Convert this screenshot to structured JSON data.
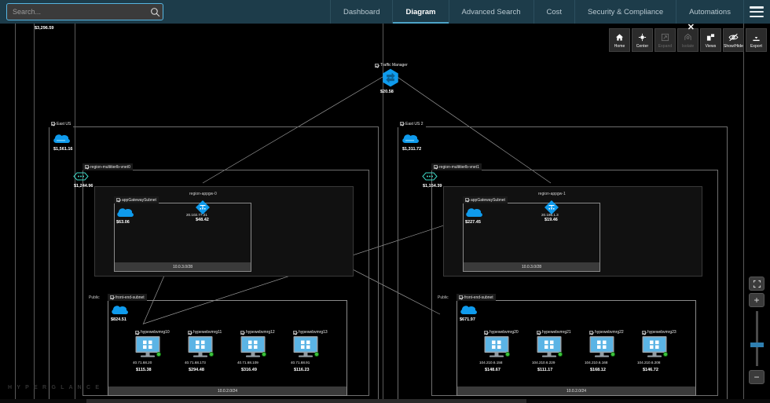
{
  "app": {
    "name": "Hyperglance",
    "watermark": "H Y P E R G L A N C E"
  },
  "search": {
    "placeholder": "Search...",
    "value": "",
    "icon": "search-icon"
  },
  "nav": {
    "tabs": [
      {
        "label": "Dashboard",
        "active": false
      },
      {
        "label": "Diagram",
        "active": true
      },
      {
        "label": "Advanced Search",
        "active": false
      },
      {
        "label": "Cost",
        "active": false
      },
      {
        "label": "Security & Compliance",
        "active": false
      },
      {
        "label": "Automations",
        "active": false
      }
    ],
    "menu_icon": "hamburger-menu-icon"
  },
  "toolbar": {
    "close_label": "✕",
    "buttons": [
      {
        "label": "Home",
        "icon": "home-icon",
        "disabled": false
      },
      {
        "label": "Center",
        "icon": "center-target-icon",
        "disabled": false
      },
      {
        "label": "Expand",
        "icon": "expand-arrows-icon",
        "disabled": true
      },
      {
        "label": "Isolate",
        "icon": "isolate-icon",
        "disabled": true
      },
      {
        "label": "Views",
        "icon": "views-icon",
        "disabled": false
      },
      {
        "label": "Show/Hide",
        "icon": "eye-slash-icon",
        "disabled": false
      },
      {
        "label": "Export",
        "icon": "download-icon",
        "disabled": false
      }
    ]
  },
  "diagram": {
    "total_cost": "$3,296.59",
    "traffic_manager": {
      "label": "Traffic Manager",
      "cost": "$20.58",
      "icon": "traffic-manager-icon"
    },
    "public_label_left": "Public",
    "public_label_right": "Public",
    "regions": [
      {
        "name": "East US",
        "cost": "$1,561.16",
        "vnet": {
          "name": "region-multitierlb-vnet0",
          "cost": "$1,244.96"
        },
        "appgw_subnet": {
          "name": "appGatewaySubnet",
          "cost": "$63.06",
          "cidr": "10.0.3.0/28",
          "appgw": {
            "name": "region-appgw-0",
            "ip": "20.102.77.21",
            "cost": "$48.42"
          }
        },
        "frontend_subnet": {
          "name": "front-end-subnet",
          "cost": "$824.51",
          "cidr": "10.0.2.0/24",
          "vms": [
            {
              "name": "hypewebvmrg10",
              "ip": "40.71.68.20",
              "cost": "$115.38",
              "status": "running"
            },
            {
              "name": "hypewebvmrg11",
              "ip": "40.71.68.173",
              "cost": "$294.48",
              "status": "running"
            },
            {
              "name": "hypewebvmrg12",
              "ip": "40.71.68.109",
              "cost": "$316.49",
              "status": "running"
            },
            {
              "name": "hypewebvmrg13",
              "ip": "40.71.68.91",
              "cost": "$116.23",
              "status": "running"
            }
          ]
        }
      },
      {
        "name": "East US 2",
        "cost": "$1,311.72",
        "vnet": {
          "name": "region-multitierlb-vnet1",
          "cost": "$1,154.39"
        },
        "appgw_subnet": {
          "name": "appGatewaySubnet",
          "cost": "$227.45",
          "cidr": "10.0.3.0/28",
          "appgw": {
            "name": "region-appgw-1",
            "ip": "20.186.1.3",
            "cost": "$19.46"
          }
        },
        "frontend_subnet": {
          "name": "front-end-subnet",
          "cost": "$671.97",
          "cidr": "10.0.2.0/24",
          "vms": [
            {
              "name": "hypewebvmrg20",
              "ip": "104.210.6.158",
              "cost": "$148.67",
              "status": "running"
            },
            {
              "name": "hypewebvmrg21",
              "ip": "104.210.6.229",
              "cost": "$111.17",
              "status": "running"
            },
            {
              "name": "hypewebvmrg22",
              "ip": "104.210.6.168",
              "cost": "$168.12",
              "status": "running"
            },
            {
              "name": "hypewebvmrg23",
              "ip": "104.210.6.208",
              "cost": "$146.72",
              "status": "running"
            }
          ]
        }
      }
    ]
  },
  "zoom_controls": {
    "fit_icon": "fit-to-screen-icon",
    "zoom_in": "+",
    "zoom_out": "−"
  },
  "colors": {
    "nav_bg": "#1d3c4a",
    "accent": "#4da3c7",
    "azure_blue": "#0f9bed",
    "vm_blue": "#5bb4e5",
    "status_green": "#3ec43e"
  }
}
